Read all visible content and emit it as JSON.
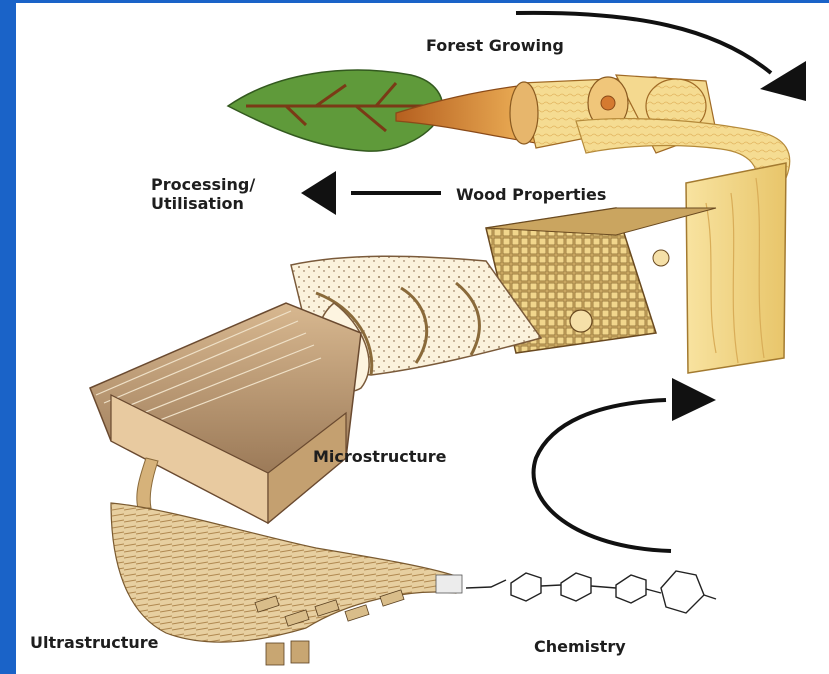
{
  "diagram": {
    "labels": {
      "forest_growing": "Forest Growing",
      "processing_line1": "Processing/",
      "processing_line2": "Utilisation",
      "wood_properties": "Wood Properties",
      "microstructure": "Microstructure",
      "ultrastructure": "Ultrastructure",
      "chemistry": "Chemistry"
    }
  },
  "colors": {
    "slide_border": "#1a63c8",
    "background": "#ffffff",
    "leaf_green": "#5f9a3a",
    "wood_light": "#f3d98a",
    "wood_dark": "#c98b3a",
    "arrow": "#111111"
  }
}
